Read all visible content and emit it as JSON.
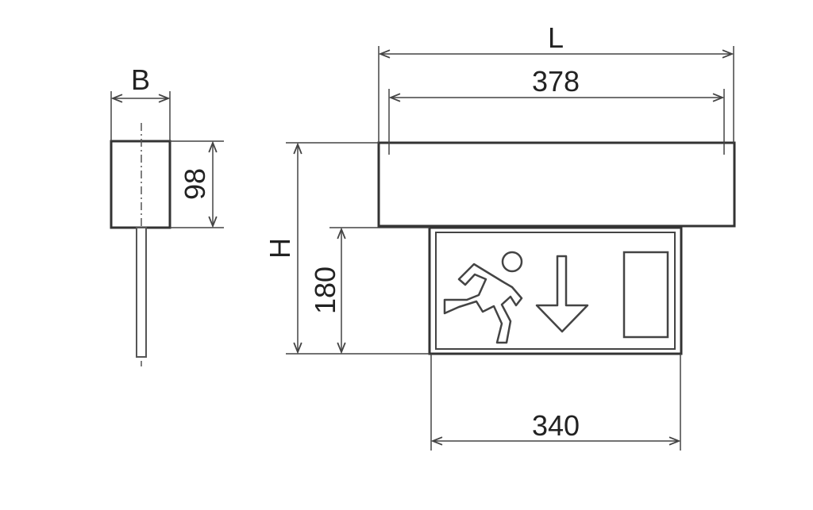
{
  "drawing": {
    "front_view": {
      "length_label": "L",
      "housing_length": "378",
      "height_label": "H",
      "sign_height": "180",
      "sign_width": "340"
    },
    "side_view": {
      "width_label": "B",
      "depth": "98"
    },
    "sign_pictograms": [
      "running-man-icon",
      "arrow-down-icon",
      "door-icon"
    ]
  }
}
